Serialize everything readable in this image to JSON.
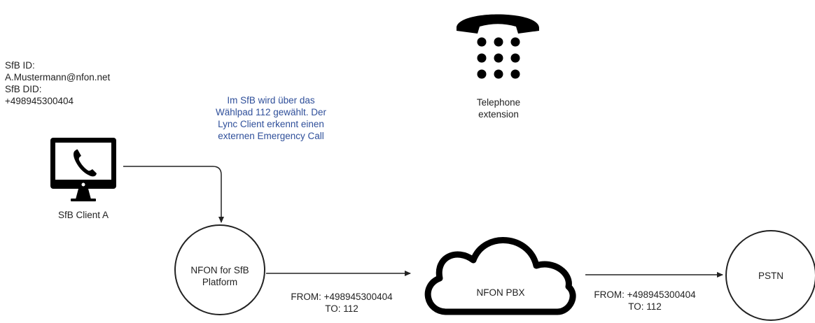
{
  "client_info": {
    "id_label": "SfB ID:",
    "id_value": "A.Mustermann@nfon.net",
    "did_label": "SfB DID:",
    "did_value": "+498945300404"
  },
  "note": {
    "line1": "Im SfB wird über das",
    "line2": "Wählpad 112 gewählt. Der",
    "line3": "Lync Client erkennt einen",
    "line4": "externen Emergency Call",
    "color": "#2f4f9a"
  },
  "telephone": {
    "icon": "telephone-keypad-icon",
    "label_line1": "Telephone",
    "label_line2": "extension"
  },
  "client": {
    "icon": "monitor-phone-icon",
    "label": "SfB Client A"
  },
  "platform": {
    "label_line1": "NFON for SfB",
    "label_line2": "Platform"
  },
  "pbx": {
    "icon": "cloud-icon",
    "label": "NFON PBX"
  },
  "pstn": {
    "label": "PSTN"
  },
  "edge_platform_pbx": {
    "from": "FROM: +498945300404",
    "to": "TO: 112"
  },
  "edge_pbx_pstn": {
    "from": "FROM: +498945300404",
    "to": "TO: 112"
  }
}
